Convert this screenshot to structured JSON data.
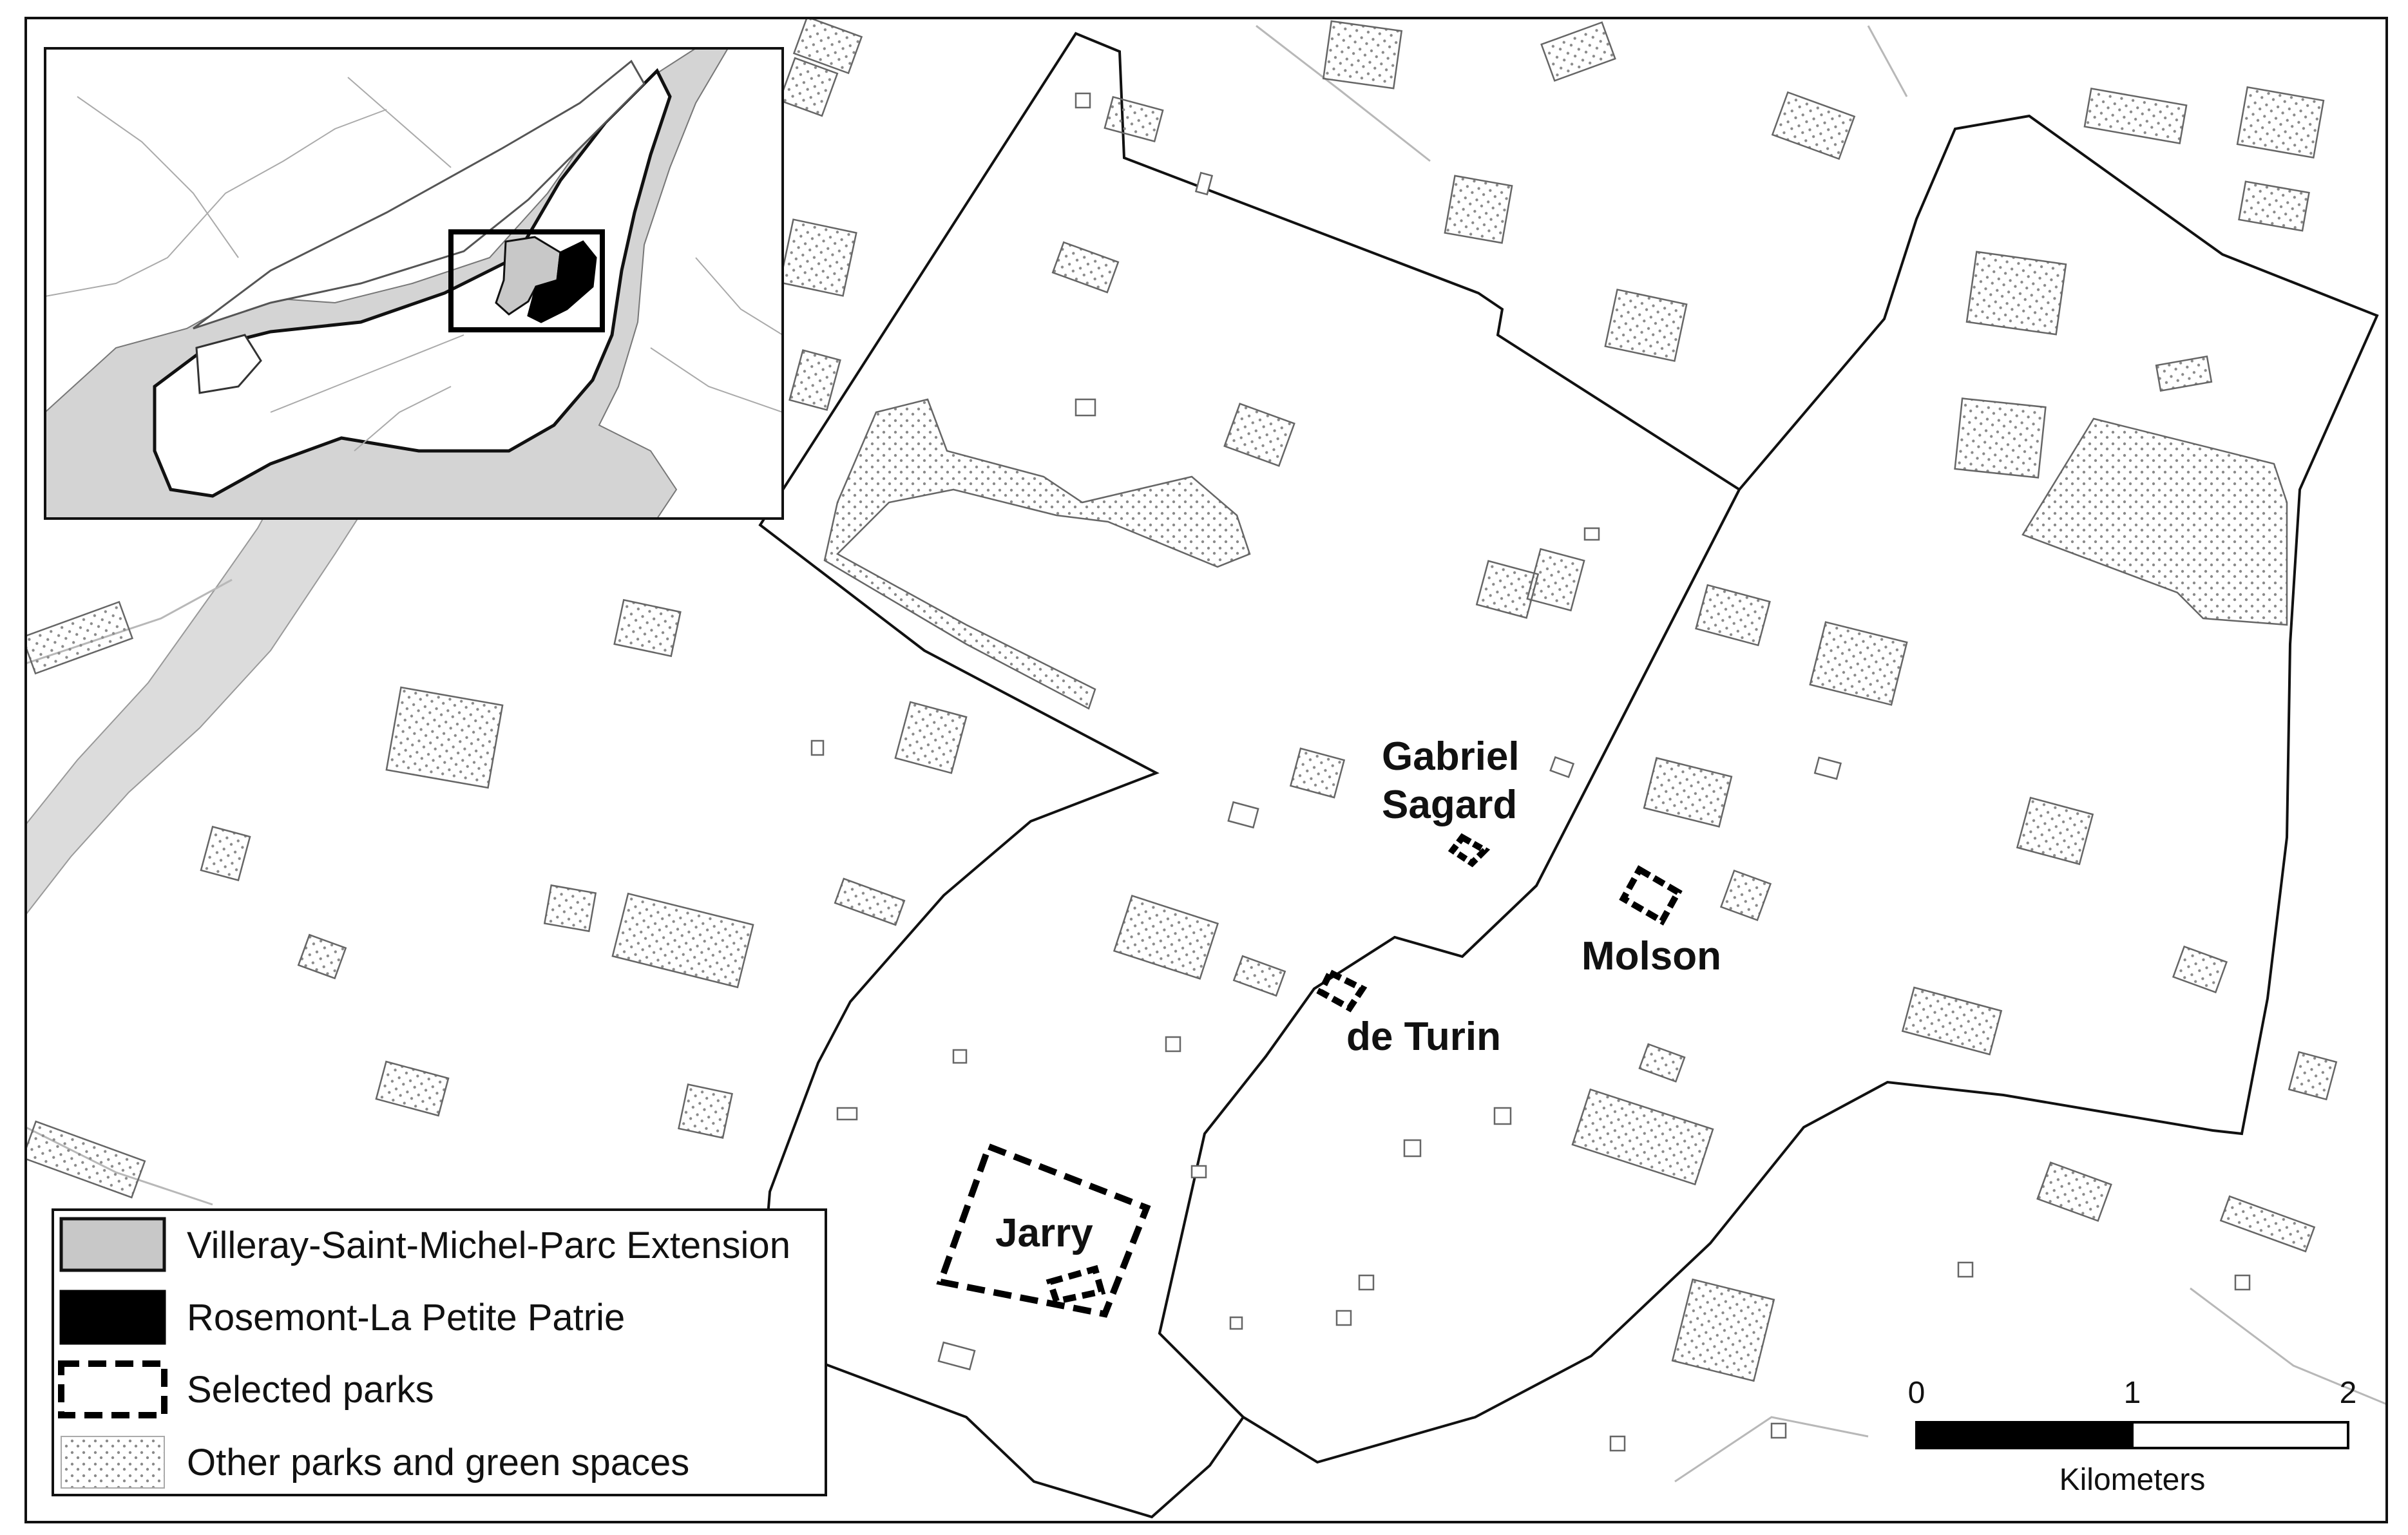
{
  "park_labels": {
    "gabriel_sagard_line1": "Gabriel",
    "gabriel_sagard_line2": "Sagard",
    "molson": "Molson",
    "de_turin": "de Turin",
    "jarry": "Jarry"
  },
  "legend": {
    "villeray": "Villeray-Saint-Michel-Parc Extension",
    "rosemont": "Rosemont-La Petite Patrie",
    "selected_parks": "Selected parks",
    "other_parks": "Other parks and green spaces"
  },
  "scale_bar": {
    "tick_0": "0",
    "tick_1": "1",
    "tick_2": "2",
    "unit": "Kilometers"
  },
  "colors": {
    "villeray_fill": "#c8c8c8",
    "rosemont_fill": "#000000",
    "water_fill": "#d9d9d9",
    "boundary_stroke": "#111111",
    "park_dots": "#8a8a8a"
  }
}
